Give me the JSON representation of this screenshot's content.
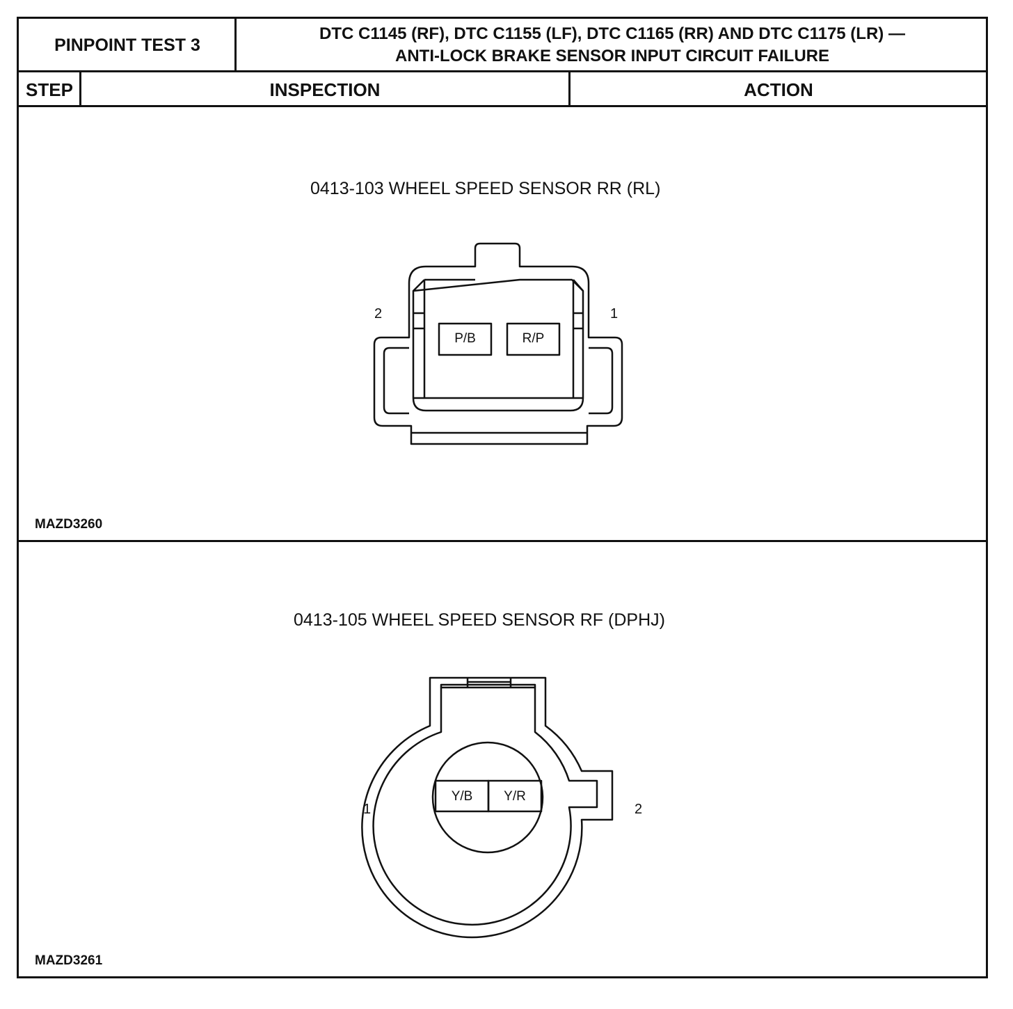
{
  "header": {
    "test_title": "PINPOINT TEST 3",
    "dtc_line1": "DTC C1145 (RF), DTC C1155 (LF), DTC C1165 (RR) AND DTC C1175 (LR) —",
    "dtc_line2": "ANTI-LOCK BRAKE SENSOR INPUT CIRCUIT FAILURE"
  },
  "columns": {
    "step": "STEP",
    "inspection": "INSPECTION",
    "action": "ACTION"
  },
  "figures": [
    {
      "title": "0413-103 WHEEL SPEED SENSOR RR (RL)",
      "pin_left": "2",
      "pin_right": "1",
      "wire_left": "P/B",
      "wire_right": "R/P",
      "ref": "MAZD3260"
    },
    {
      "title": "0413-105 WHEEL SPEED SENSOR RF (DPHJ)",
      "pin_left": "1",
      "pin_right": "2",
      "wire_left": "Y/B",
      "wire_right": "Y/R",
      "ref": "MAZD3261"
    }
  ]
}
